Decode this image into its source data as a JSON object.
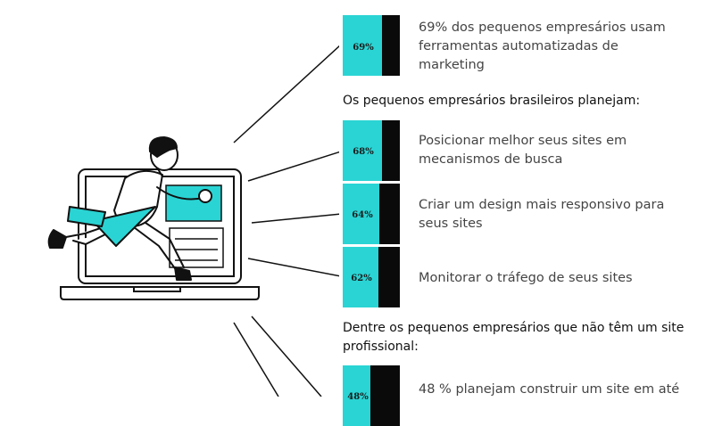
{
  "colors": {
    "accent": "#2ad4d4",
    "dark": "#0a0a0a",
    "text": "#444444",
    "heading": "#111111"
  },
  "illustration": {
    "icon": "person-running-out-of-laptop-illustration"
  },
  "headings": {
    "plans": "Os pequenos empresários brasileiros planejam:",
    "no_site": "Dentre os pequenos empresários que não têm um site profissional:"
  },
  "stats": [
    {
      "label": "69%",
      "text": "69% dos pequenos empresários usam ferramentas automatizadas de marketing"
    },
    {
      "label": "68%",
      "text": "Posicionar melhor seus sites em mecanismos de busca"
    },
    {
      "label": "64%",
      "text": "Criar um design mais responsivo para seus sites"
    },
    {
      "label": "62%",
      "text": "Monitorar o tráfego de seus sites"
    },
    {
      "label": "48%",
      "text": "48 % planejam construir um site em até"
    }
  ],
  "chart_data": {
    "type": "bar",
    "categories": [
      "69% dos pequenos empresários usam ferramentas automatizadas de marketing",
      "Posicionar melhor seus sites em mecanismos de busca",
      "Criar um design mais responsivo para seus sites",
      "Monitorar o tráfego de seus sites",
      "48 % planejam construir um site em até"
    ],
    "values": [
      69,
      68,
      64,
      62,
      48
    ],
    "ylim": [
      0,
      100
    ],
    "grid": false
  }
}
